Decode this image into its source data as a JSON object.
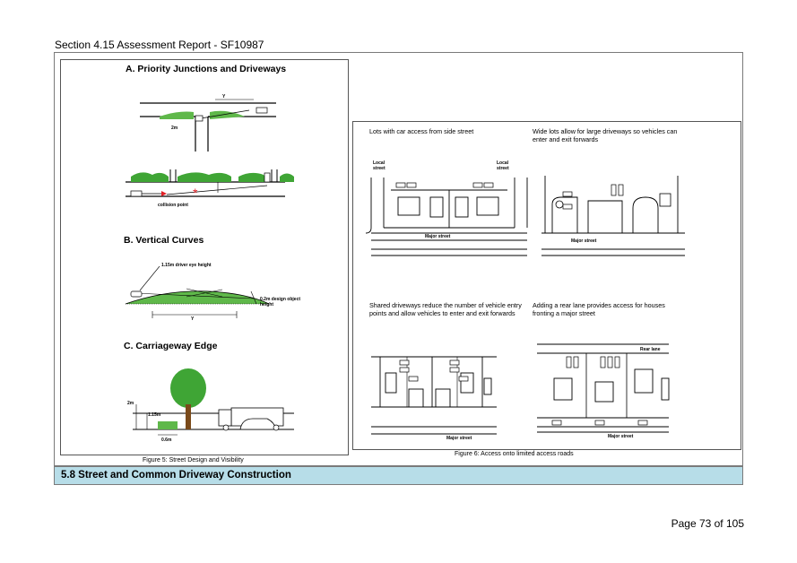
{
  "header": {
    "title": "Section 4.15 Assessment Report - SF10987"
  },
  "figure5": {
    "sections": {
      "a": "A.  Priority Junctions and Driveways",
      "b": "B.  Vertical Curves",
      "c": "C.  Carriageway Edge"
    },
    "labels": {
      "2m": "2m",
      "y": "Y",
      "collision_point": "collision point",
      "eye_height": "1.15m driver eye height",
      "object_height": "0.2m design object height",
      "2m_c": "2m",
      "1_15m": "1.15m",
      "0_6m": "0.6m"
    },
    "caption": "Figure 5: Street Design and Visibility"
  },
  "figure6": {
    "panels": {
      "top_left": "Lots with car access from side street",
      "top_right": "Wide lots allow for large driveways so vehicles can enter and exit forwards",
      "bottom_left": "Shared driveways reduce the number of vehicle entry points and allow vehicles to enter and exit forwards",
      "bottom_right": "Adding a rear lane provides access for houses fronting a major street"
    },
    "labels": {
      "local_street": "Local street",
      "major_street": "Major street",
      "rear_lane": "Rear lane"
    },
    "caption": "Figure 6: Access onto limited access roads"
  },
  "section_band": {
    "title": "5.8 Street and Common Driveway Construction"
  },
  "footer": {
    "page": "Page 73 of 105"
  },
  "colors": {
    "band": "#b7dde8",
    "grass": "#5fb84a",
    "tree": "#3fa535",
    "collision": "#e21f26"
  }
}
